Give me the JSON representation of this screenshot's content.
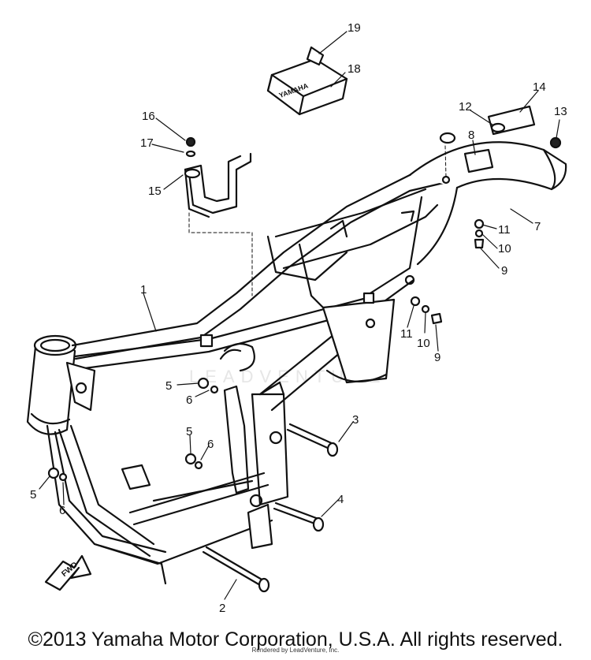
{
  "diagram": {
    "callouts": [
      "1",
      "2",
      "3",
      "4",
      "5",
      "5",
      "5",
      "6",
      "6",
      "6",
      "7",
      "8",
      "9",
      "9",
      "10",
      "10",
      "11",
      "11",
      "12",
      "13",
      "14",
      "15",
      "16",
      "17",
      "18",
      "19"
    ],
    "fwd_label": "FWD",
    "seat_label_text": "YAMAHA"
  },
  "watermark": "LEADVENTURE",
  "footer": {
    "copyright": "©2013 Yamaha Motor Corporation, U.S.A. All rights reserved.",
    "credit": "Rendered by LeadVenture, Inc."
  }
}
